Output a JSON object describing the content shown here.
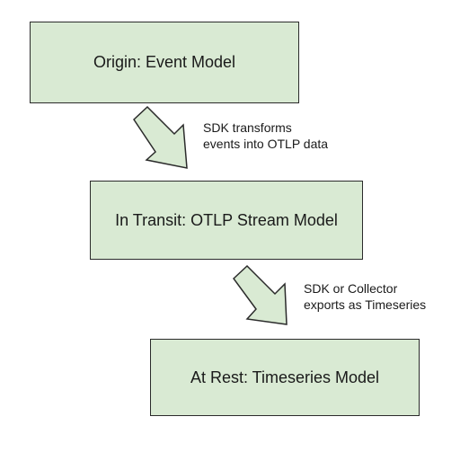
{
  "diagram": {
    "boxes": [
      {
        "id": "origin",
        "label": "Origin: Event Model"
      },
      {
        "id": "transit",
        "label": "In Transit: OTLP Stream Model"
      },
      {
        "id": "rest",
        "label": "At Rest: Timeseries Model"
      }
    ],
    "transitions": [
      {
        "from": "origin",
        "to": "transit",
        "line1": "SDK transforms",
        "line2": "events into OTLP data"
      },
      {
        "from": "transit",
        "to": "rest",
        "line1": "SDK or Collector",
        "line2": "exports as Timeseries"
      }
    ],
    "colors": {
      "box_fill": "#d9ead3",
      "box_border": "#2b2b2b",
      "arrow_fill": "#d9ead3",
      "arrow_stroke": "#2b2b2b",
      "text": "#1a1a1a"
    }
  }
}
